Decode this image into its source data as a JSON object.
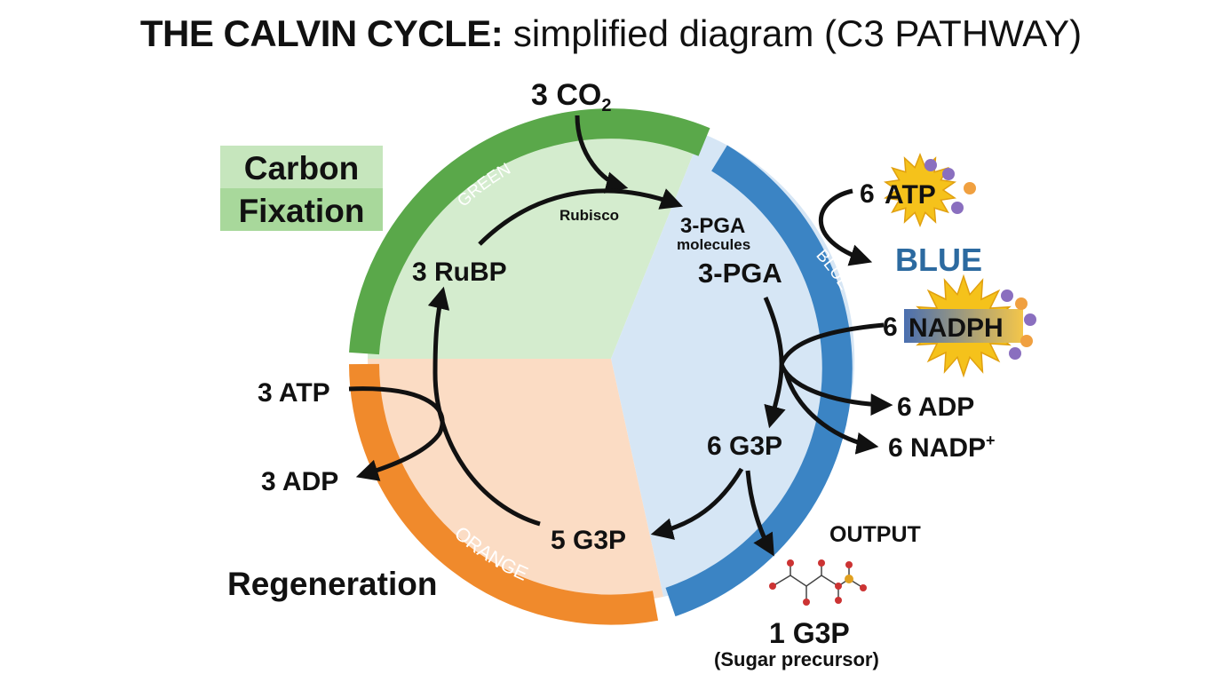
{
  "title": {
    "bold": "THE CALVIN CYCLE:",
    "normal": "simplified diagram (C3 PATHWAY)"
  },
  "phases": {
    "fixation": {
      "label_line1": "Carbon",
      "label_line2": "Fixation",
      "ring_text": "GREEN",
      "color": "#5aa84a",
      "fill": "#d4ecce"
    },
    "reduction": {
      "ring_text": "BLUE",
      "side_label": "BLUE",
      "color": "#3b84c4",
      "fill": "#d6e6f5"
    },
    "regeneration": {
      "label": "Regeneration",
      "ring_text": "ORANGE",
      "color": "#f08a2c",
      "fill": "#fbdcc4"
    }
  },
  "molecules": {
    "co2": {
      "count": "3 CO",
      "sub": "2"
    },
    "rubisco": "Rubisco",
    "pga_top": "3-PGA",
    "pga_molecules": "molecules",
    "pga_mid": "3-PGA",
    "rubp": "3 RuBP",
    "atp_in_count": "6",
    "atp_in": "ATP",
    "nadph_count": "6",
    "nadph": "NADPH",
    "adp_out": "6 ADP",
    "nadp_out": {
      "text": "6 NADP",
      "sup": "+"
    },
    "g3p_6": "6 G3P",
    "g3p_5": "5 G3P",
    "atp_regen": "3 ATP",
    "adp_regen": "3 ADP",
    "output_label": "OUTPUT",
    "g3p_1": "1 G3P",
    "sugar": "(Sugar precursor)"
  },
  "colors": {
    "arrow": "#111111",
    "starburst": "#f5c21b",
    "nadph_box_left": "#4a6fb0",
    "nadph_box_right": "#f4c64a",
    "bead_purple": "#8a6fbf",
    "bead_orange": "#f0a040",
    "molecule_red": "#cc3333"
  }
}
